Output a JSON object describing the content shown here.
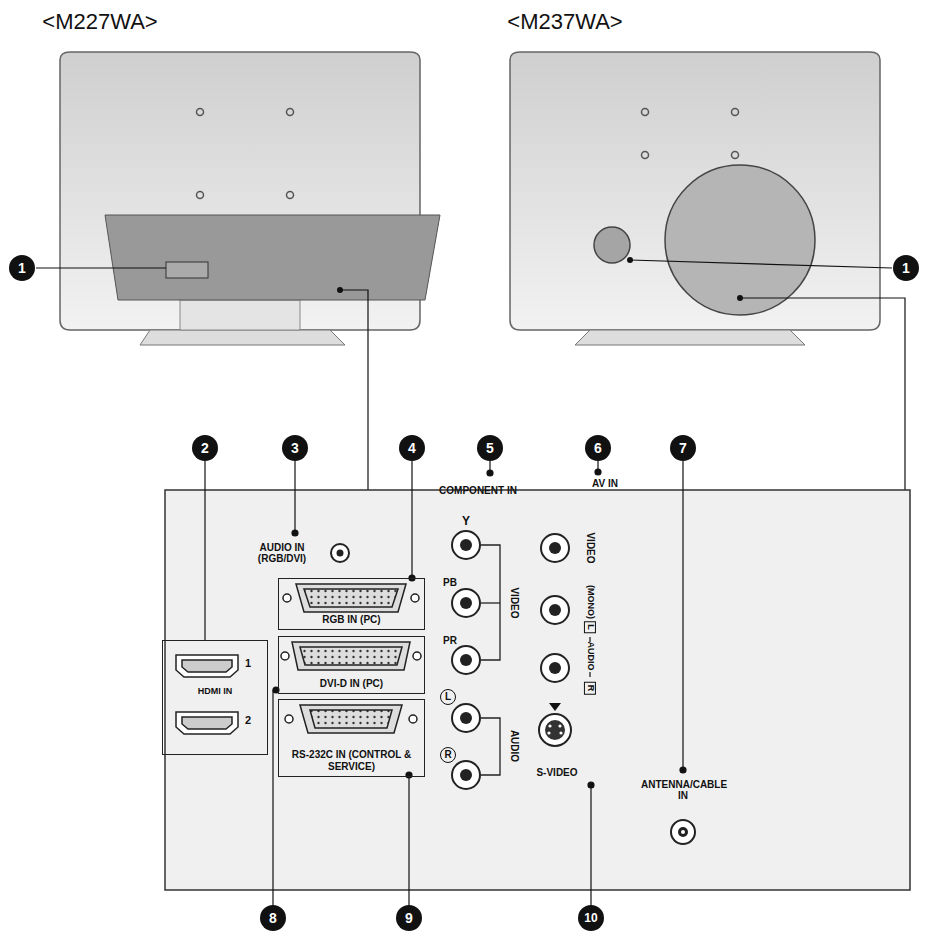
{
  "diagram": {
    "nodes": [
      {
        "text": [
          "1",
          "HDMI IN",
          "2"
        ]
      },
      {
        "text": [
          "RGB IN (PC)"
        ]
      },
      {
        "text": [
          "DVI-D IN (PC)"
        ]
      },
      {
        "text": [
          "RS-232C IN (CONTROL & SERVICE)"
        ]
      }
    ],
    "labels": [
      "<M227WA>",
      "<M237WA>",
      "1",
      "1",
      "2",
      "3",
      "4",
      "5",
      "6",
      "7",
      "AUDIO IN (RGB/DVI)",
      "COMPONENT IN",
      "AV IN",
      "Y",
      "PB",
      "PR",
      "L",
      "R",
      "VIDEO",
      "AUDIO",
      "VIDEO",
      "(MONO)",
      "L",
      "AUDIO",
      "R",
      "S-VIDEO",
      "ANTENNA/CABLE IN",
      "8",
      "9",
      "10"
    ]
  }
}
